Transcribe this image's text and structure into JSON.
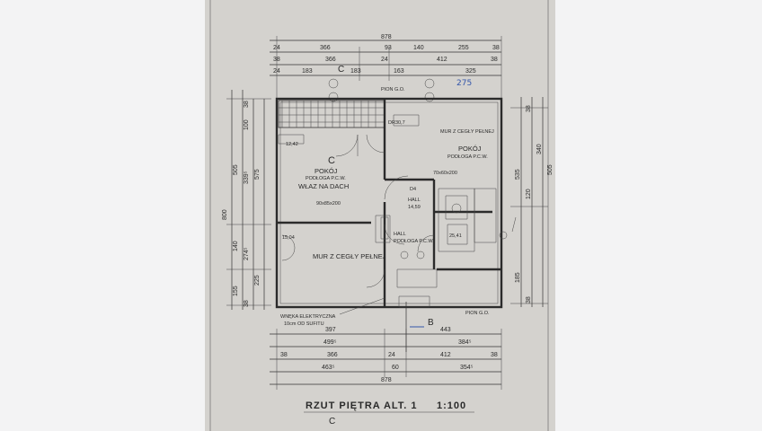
{
  "title": "RZUT PIĘTRA ALT. 1",
  "scale": "1:100",
  "section_marker": "C",
  "section_marker_b": "B",
  "top_dims": {
    "row1": [
      "878"
    ],
    "row2": [
      "24",
      "366",
      "93",
      "140",
      "255",
      "38"
    ],
    "row3": [
      "38",
      "366",
      "24",
      "412",
      "38"
    ],
    "row4": [
      "24",
      "183",
      "183",
      "163",
      "325"
    ],
    "handwritten": "275"
  },
  "bottom_dims": {
    "row1": [
      "397",
      "443"
    ],
    "row2": [
      "499⁵",
      "384⁵"
    ],
    "row3": [
      "38",
      "366",
      "24",
      "412",
      "38"
    ],
    "row4": [
      "463⁵",
      "60",
      "354⁵"
    ],
    "row5": [
      "878"
    ]
  },
  "left_dims": [
    "38",
    "100",
    "505",
    "339⁵",
    "575",
    "800",
    "140",
    "274⁵",
    "225",
    "155",
    "38"
  ],
  "right_dims": [
    "38",
    "340",
    "535",
    "505",
    "120",
    "185",
    "38"
  ],
  "rooms": {
    "room1": {
      "name": "POKÓJ",
      "floor": "PODŁOGA P.C.W.",
      "note": "WŁAZ NA DACH",
      "area": "12,42",
      "door": "90x85x200"
    },
    "room2": {
      "name": "POKÓJ",
      "floor": "PODŁOGA P.C.W.",
      "wall_note": "MUR Z CEGŁY PEŁNEJ",
      "area": "DR30,7",
      "window": "70x60x200"
    },
    "room3": {
      "wall_note": "MUR Z CEGŁY PEŁNEJ",
      "area": "15,04"
    },
    "hall1": {
      "name": "HALL",
      "area": "14,59"
    },
    "hall2": {
      "name": "HALL",
      "floor": "PODŁOGA P.C.W."
    },
    "bath": {
      "area": "25,41"
    }
  },
  "labels": {
    "pion_top": "PION G.O.",
    "pion_bottom": "PION G.O.",
    "electric_1": "WNĘKA ELEKTRYCZNA",
    "electric_2": "10cm OD SUFITU",
    "c_marker": "C",
    "d_marker": "D4"
  }
}
